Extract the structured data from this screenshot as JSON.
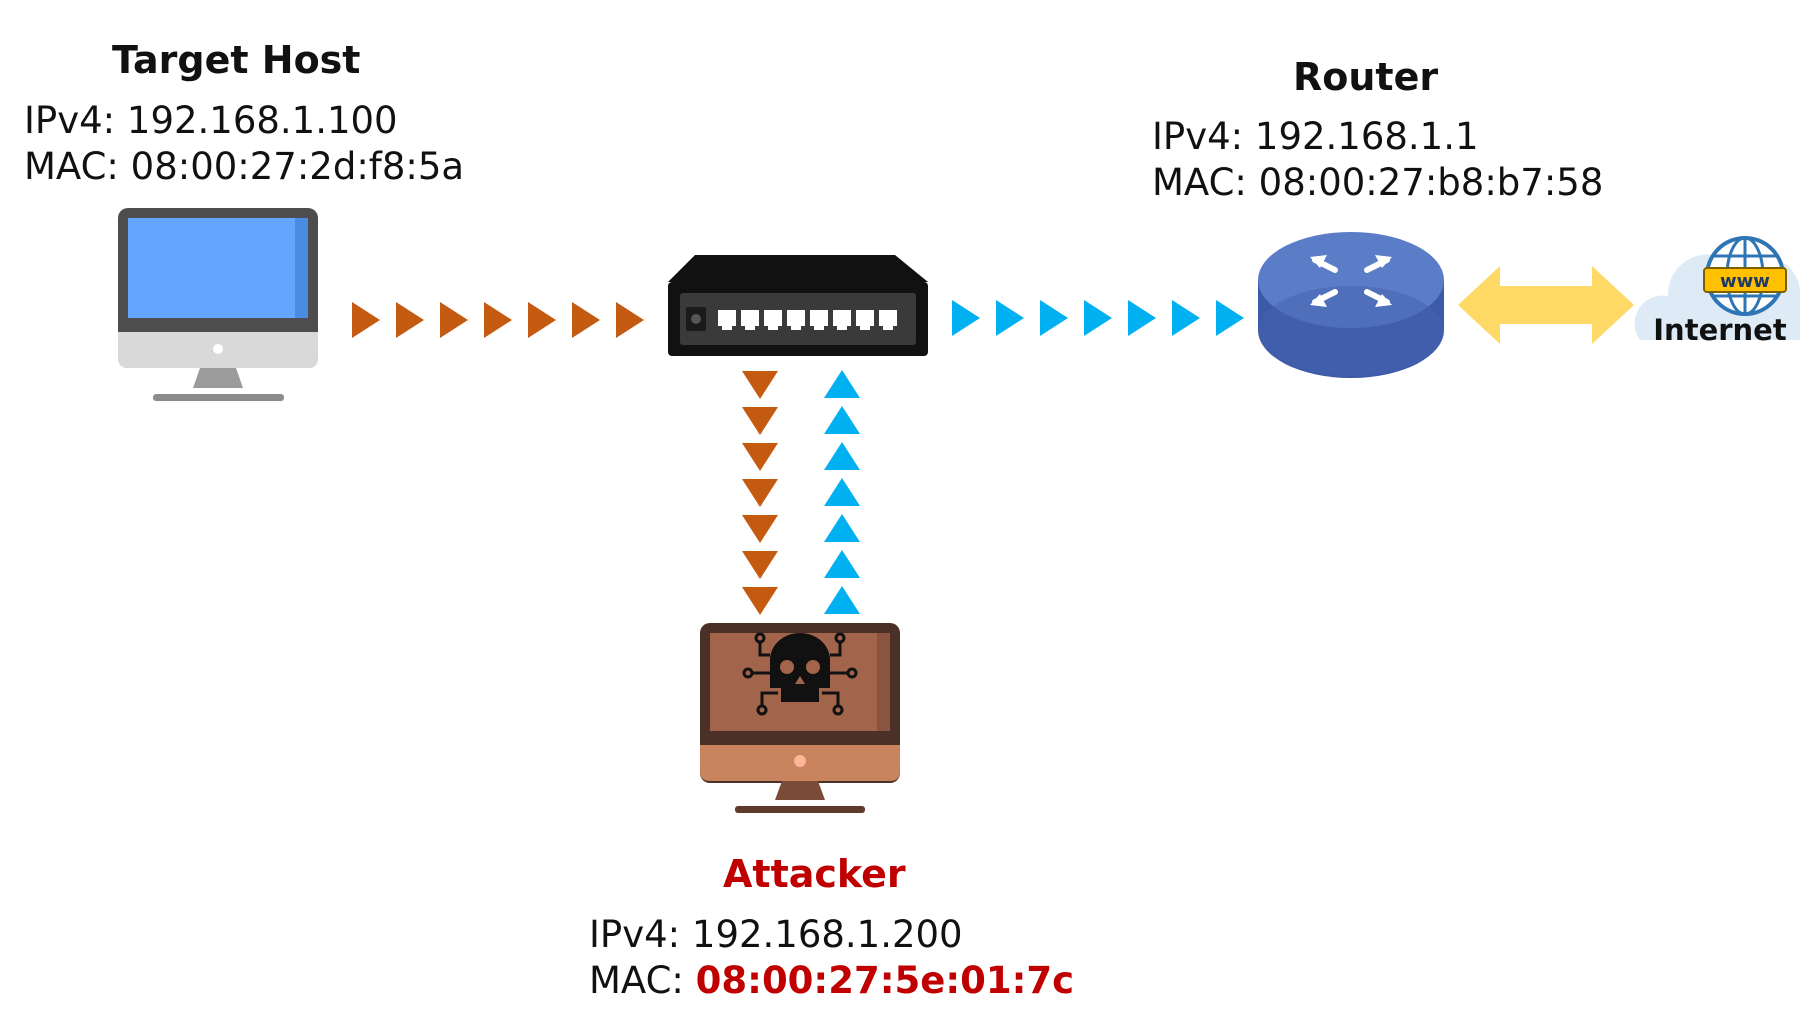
{
  "target_host": {
    "title": "Target Host",
    "ipv4_label": "IPv4:",
    "ipv4": "192.168.1.100",
    "mac_label": "MAC:",
    "mac": "08:00:27:2d:f8:5a"
  },
  "router": {
    "title": "Router",
    "ipv4_label": "IPv4:",
    "ipv4": "192.168.1.1",
    "mac_label": "MAC:",
    "mac": "08:00:27:b8:b7:58"
  },
  "attacker": {
    "title": "Attacker",
    "ipv4_label": "IPv4:",
    "ipv4": "192.168.1.200",
    "mac_label": "MAC:",
    "mac": "08:00:27:5e:01:7c"
  },
  "internet": {
    "label": "Internet",
    "www": "www"
  },
  "colors": {
    "attack_flow": "#c55a11",
    "forward_flow": "#00b0f0",
    "link": "#ffd966",
    "attacker_text": "#c00000",
    "router": "#4a68b5",
    "monitor_screen": "#64a6ff"
  }
}
